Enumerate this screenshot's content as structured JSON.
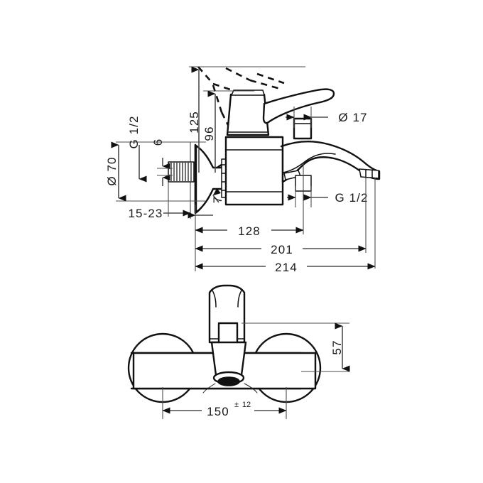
{
  "drawing": {
    "title": "Bath mixer technical dimension drawing",
    "line_color": "#111111",
    "dimension_color": "#4d4d4d",
    "background": "#ffffff",
    "views": [
      {
        "name": "side-elevation",
        "label": ""
      },
      {
        "name": "front-elevation",
        "label": ""
      }
    ]
  },
  "dimensions": {
    "side_view": {
      "height_total": "125",
      "height_lever": "96",
      "diameter_escutcheon": "Ø 70",
      "thread_top": "G 1/2",
      "wall_offset": "6",
      "wall_range": "15-23",
      "body_depth": "7",
      "lever_diameter": "Ø 17",
      "thread_bottom": "G 1/2",
      "spout_reach": "128",
      "length_201": "201",
      "length_214": "214"
    },
    "front_view": {
      "height_57": "57",
      "center_distance": "150",
      "center_tolerance_sign": "±",
      "center_tolerance_value": "12"
    }
  }
}
